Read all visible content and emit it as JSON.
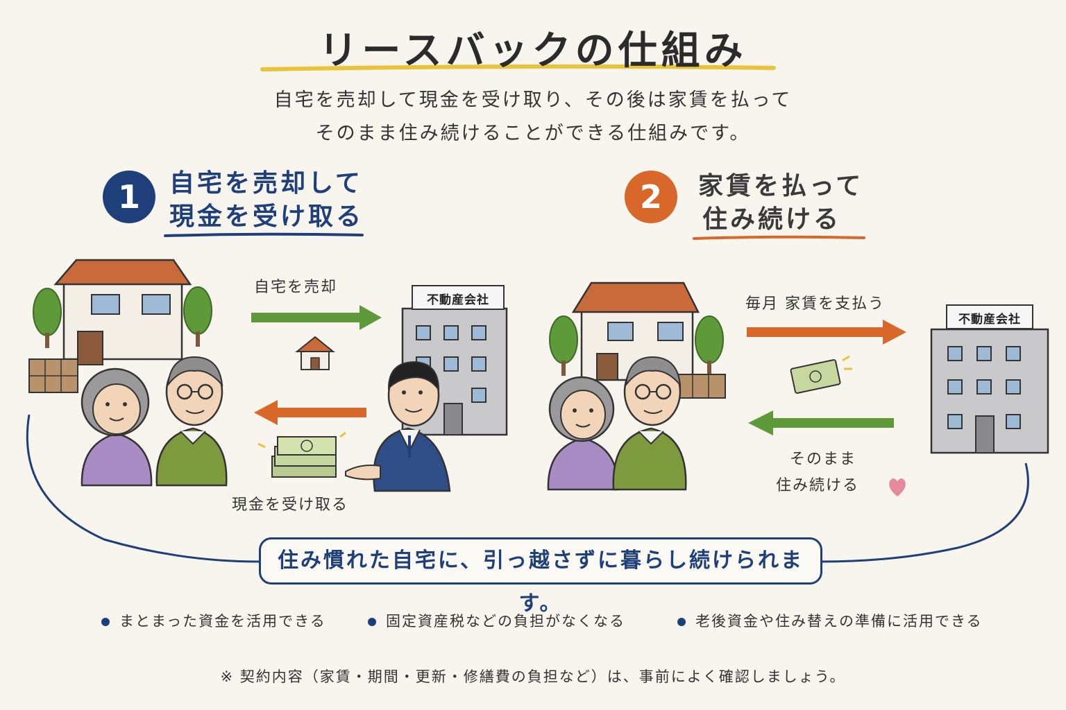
{
  "title": "リースバックの仕組み",
  "subtitle": {
    "line1": "自宅を売却して現金を受け取り、その後は家賃を払って",
    "line2": "そのまま住み続けることができる仕組みです。"
  },
  "steps": [
    {
      "number": "1",
      "line1": "自宅を売却して",
      "line2": "現金を受け取る",
      "color": "#1f3f7a"
    },
    {
      "number": "2",
      "line1": "家賃を払って",
      "line2": "住み続ける",
      "color": "#d8672a"
    }
  ],
  "step1_flow": {
    "sell_label": "自宅を売却",
    "receive_label": "現金を受け取る",
    "company_sign": "不動産会社"
  },
  "step2_flow": {
    "pay_label": "毎月 家賃を支払う",
    "stay_line1": "そのまま",
    "stay_line2": "住み続ける",
    "company_sign": "不動産会社"
  },
  "banner": "住み慣れた自宅に、引っ越さずに暮らし続けられます。",
  "benefits": [
    "まとまった資金を活用できる",
    "固定資産税などの負担がなくなる",
    "老後資金や住み替えの準備に活用できる"
  ],
  "note": "※ 契約内容（家賃・期間・更新・修繕費の負担など）は、事前によく確認しましょう。",
  "colors": {
    "navy": "#1f3f7a",
    "orange": "#d8672a",
    "green": "#5f9a3a",
    "yellow": "#e9c43a"
  }
}
